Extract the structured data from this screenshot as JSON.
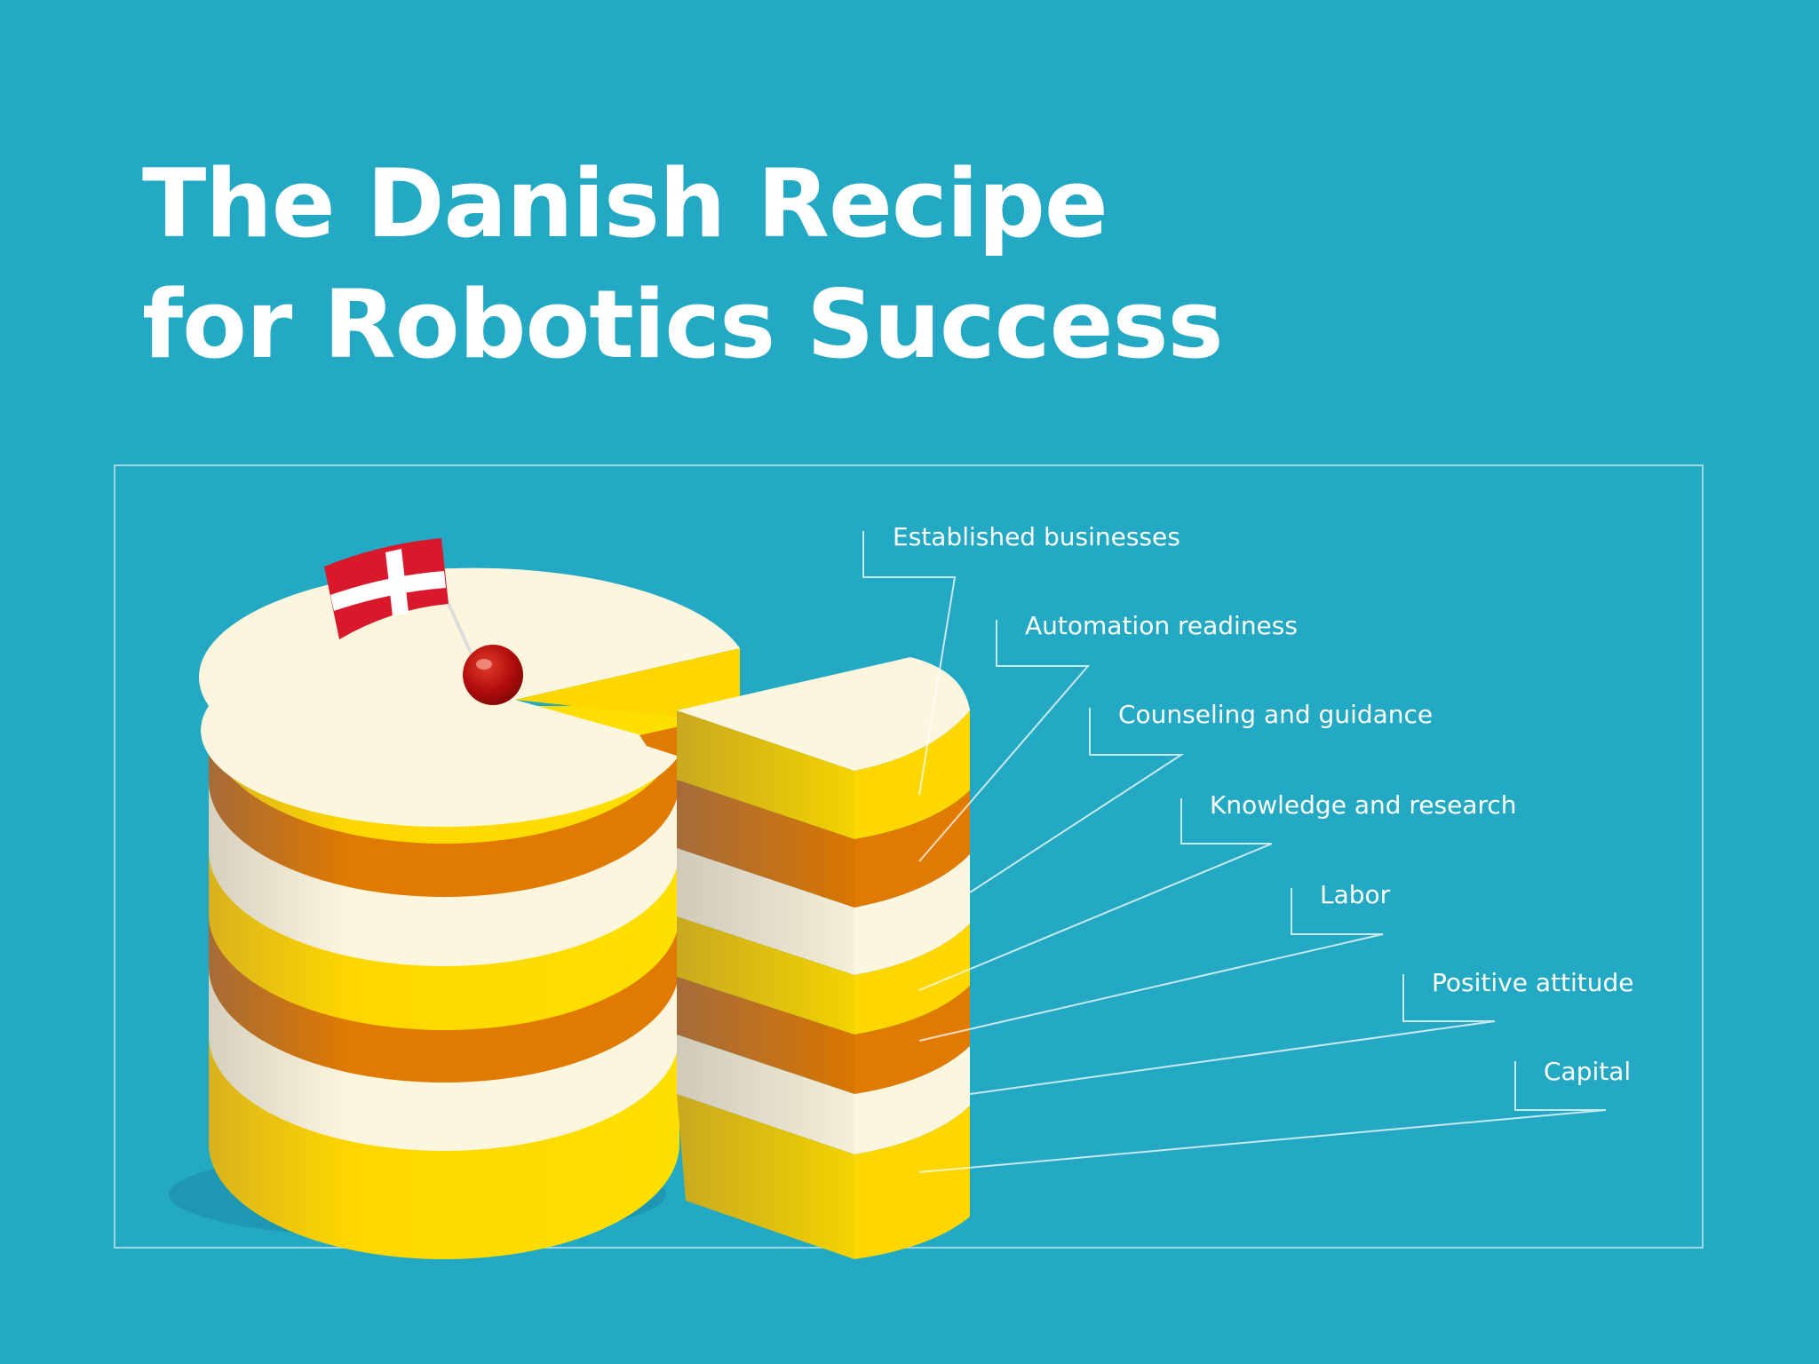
{
  "title": {
    "line1": "The Danish Recipe",
    "line2": "for Robotics Success"
  },
  "layers": [
    "Established businesses",
    "Automation readiness",
    "Counseling and guidance",
    "Knowledge and research",
    "Labor",
    "Positive attitude",
    "Capital"
  ],
  "colors": {
    "background": "#23a9c3",
    "cream": "#fdf6df",
    "yellow": "#fed700",
    "orange": "#e07a00",
    "cherry": "#b30d0d",
    "flag_red": "#d9182b"
  },
  "icons": [
    "danish-flag-icon",
    "cherry-icon"
  ]
}
